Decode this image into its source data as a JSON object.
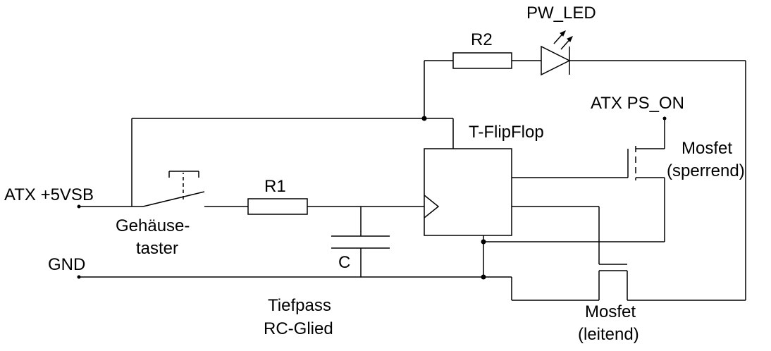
{
  "labels": {
    "atx_5vsb": "ATX +5VSB",
    "gnd": "GND",
    "switch_line1": "Gehäuse-",
    "switch_line2": "taster",
    "r1": "R1",
    "c": "C",
    "lowpass_line1": "Tiefpass",
    "lowpass_line2": "RC-Glied",
    "flipflop": "T-FlipFlop",
    "r2": "R2",
    "led": "PW_LED",
    "ps_on": "ATX PS_ON",
    "mosfet_top_line1": "Mosfet",
    "mosfet_top_line2": "(sperrend)",
    "mosfet_bottom_line1": "Mosfet",
    "mosfet_bottom_line2": "(leitend)"
  }
}
